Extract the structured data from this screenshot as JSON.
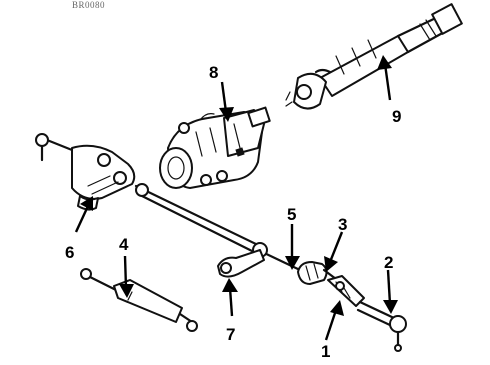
{
  "diagram": {
    "caption": "BR0080",
    "callouts": [
      {
        "id": "1",
        "label": "1",
        "part": "tie-rod-end-adjuster"
      },
      {
        "id": "2",
        "label": "2",
        "part": "outer-tie-rod-end"
      },
      {
        "id": "3",
        "label": "3",
        "part": "adjuster-sleeve"
      },
      {
        "id": "4",
        "label": "4",
        "part": "steering-damper"
      },
      {
        "id": "5",
        "label": "5",
        "part": "tie-rod"
      },
      {
        "id": "6",
        "label": "6",
        "part": "pitman-arm"
      },
      {
        "id": "7",
        "label": "7",
        "part": "idler-arm"
      },
      {
        "id": "8",
        "label": "8",
        "part": "steering-gear-box"
      },
      {
        "id": "9",
        "label": "9",
        "part": "steering-column-shaft"
      }
    ]
  }
}
